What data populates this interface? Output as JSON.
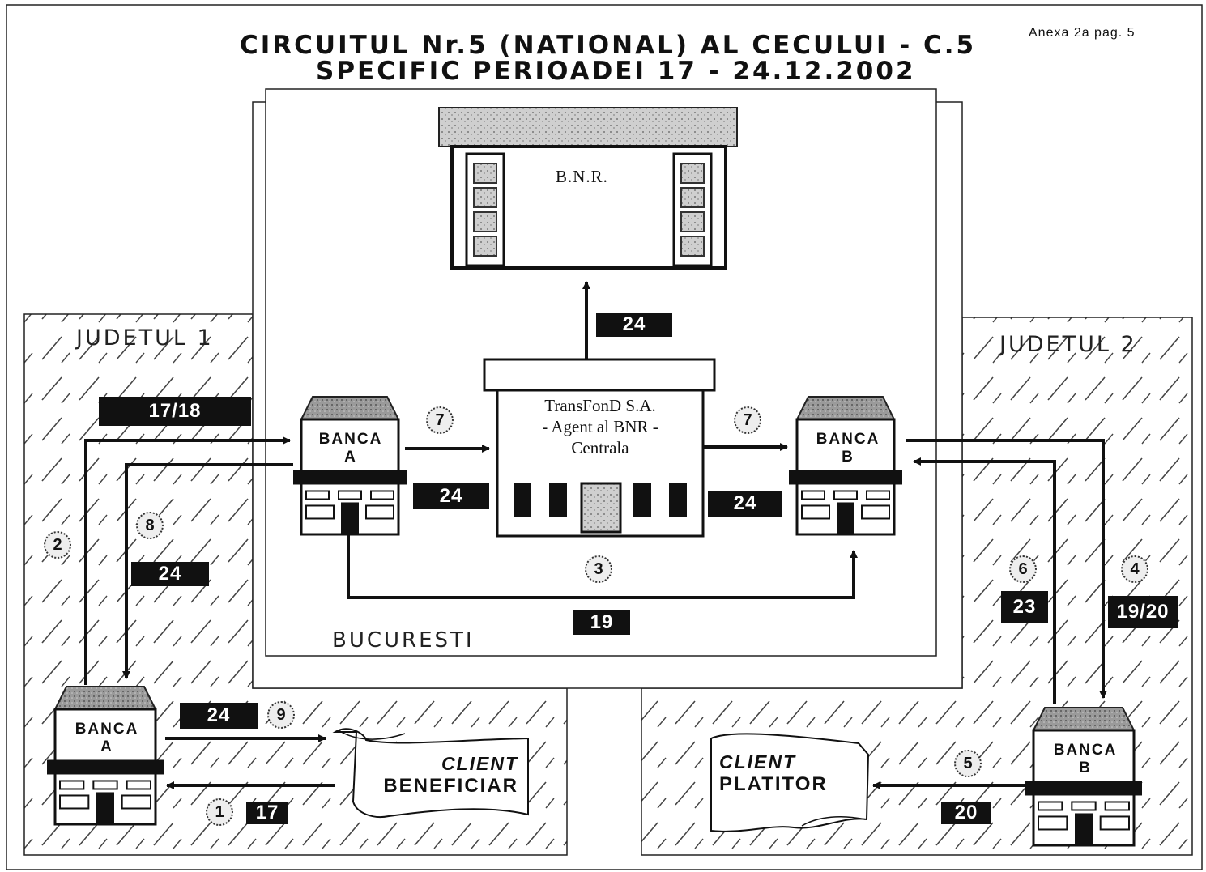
{
  "title": {
    "line1": "CIRCUITUL Nr.5 (NATIONAL) AL CECULUI - C.5",
    "line2": "SPECIFIC PERIOADEI 17 - 24.12.2002"
  },
  "annex": "Anexa  2a  pag.  5",
  "regions": {
    "judetul1": "JUDETUL 1",
    "judetul2": "JUDETUL 2",
    "bucuresti": "BUCURESTI"
  },
  "nodes": {
    "bnr": "B.N.R.",
    "transfond": {
      "line1": "TransFonD S.A.",
      "line2": "- Agent al BNR -",
      "line3": "Centrala"
    },
    "banca_a_center": {
      "line1": "BANCA",
      "line2": "A"
    },
    "banca_b_center": {
      "line1": "BANCA",
      "line2": "B"
    },
    "banca_a_local": {
      "line1": "BANCA",
      "line2": "A"
    },
    "banca_b_local": {
      "line1": "BANCA",
      "line2": "B"
    },
    "client_beneficiar": {
      "line1": "CLIENT",
      "line2": "BENEFICIAR"
    },
    "client_platitor": {
      "line1": "CLIENT",
      "line2": "PLATITOR"
    }
  },
  "steps": [
    {
      "id": "1",
      "label": "1",
      "date": "17"
    },
    {
      "id": "2",
      "label": "2",
      "date": "17/18"
    },
    {
      "id": "3",
      "label": "3",
      "date": "19"
    },
    {
      "id": "4",
      "label": "4",
      "date": "19/20"
    },
    {
      "id": "5",
      "label": "5",
      "date": "20"
    },
    {
      "id": "6",
      "label": "6",
      "date": "23"
    },
    {
      "id": "7a",
      "label": "7",
      "date": "24"
    },
    {
      "id": "7b",
      "label": "7",
      "date": "24"
    },
    {
      "id": "8",
      "label": "8",
      "date": "24"
    },
    {
      "id": "9",
      "label": "9",
      "date": "24"
    },
    {
      "id": "bnr",
      "date": "24"
    }
  ],
  "colors": {
    "ink": "#111111",
    "hatch": "#444444",
    "roof": "#8a8a8a"
  }
}
